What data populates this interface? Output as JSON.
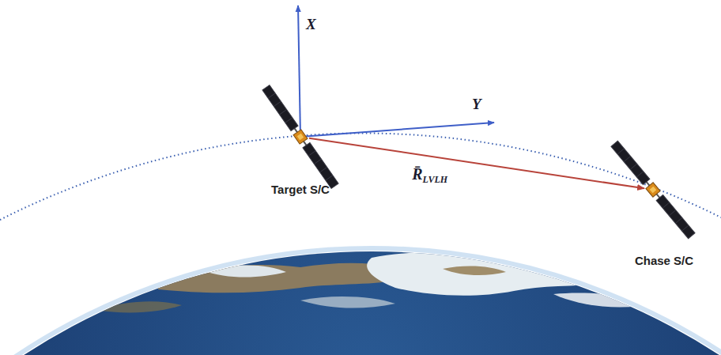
{
  "diagram": {
    "nodes": [
      {
        "text": [
          "Target S/C"
        ]
      },
      {
        "text": [
          "Chase S/C"
        ]
      }
    ],
    "edges": [
      {
        "from": 0,
        "to": 1,
        "arrow": "to",
        "label": "R̄LVLH"
      }
    ],
    "labels": [
      "X",
      "Y"
    ]
  }
}
